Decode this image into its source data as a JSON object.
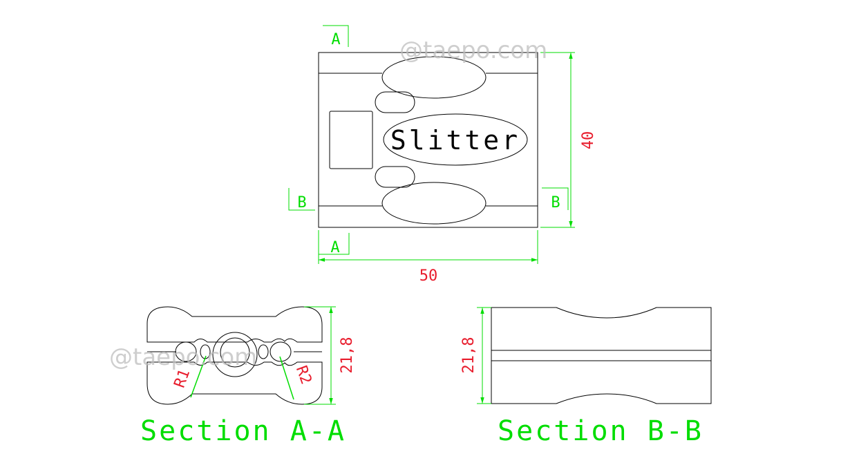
{
  "colors": {
    "outline": "#000000",
    "dimension_line": "#00dd00",
    "dimension_text": "#e81c2c",
    "section_text": "#00dd00",
    "watermark": "#bdbdbd"
  },
  "top_view": {
    "label_text": "Slitter",
    "dim_width": "50",
    "dim_height": "40",
    "section_marker_a": "A",
    "section_marker_b": "B"
  },
  "section_a": {
    "title": "Section A-A",
    "dim_height": "21,8",
    "radius_left": "R1",
    "radius_right": "R2"
  },
  "section_b": {
    "title": "Section B-B",
    "dim_height": "21,8"
  },
  "watermark": {
    "text": "@taepo.com"
  }
}
